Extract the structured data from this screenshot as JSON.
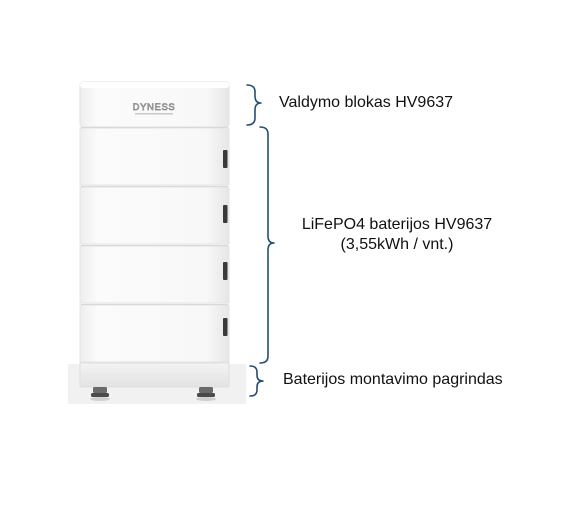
{
  "product": {
    "brand_logo_text": "DYNESS"
  },
  "callouts": {
    "control_unit": "Valdymo blokas HV9637",
    "battery_modules_line1": "LiFePO4 baterijos HV9637",
    "battery_modules_line2": "(3,55kWh / vnt.)",
    "mounting_base": "Baterijos montavimo pagrindas"
  },
  "colors": {
    "bracket": "#1f4e79",
    "cabinet": "#f6f6f6",
    "module_seam": "#d9d9d9",
    "connector": "#3a3a3a"
  }
}
